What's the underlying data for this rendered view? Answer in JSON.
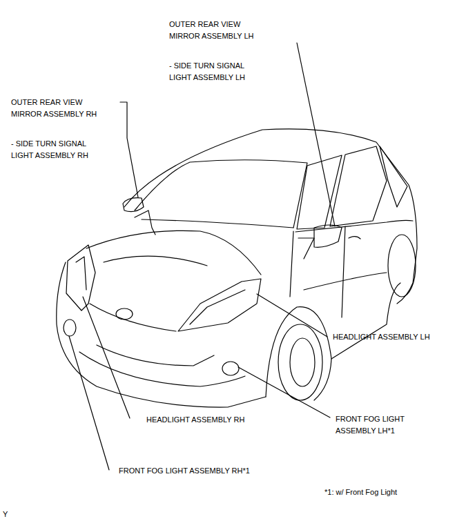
{
  "diagram": {
    "labels": [
      "OUTER REAR VIEW MIRROR ASSEMBLY LH",
      "- SIDE TURN SIGNAL LIGHT ASSEMBLY LH",
      "OUTER REAR VIEW MIRROR ASSEMBLY RH",
      "- SIDE TURN SIGNAL LIGHT ASSEMBLY RH",
      "HEADLIGHT ASSEMBLY LH",
      "HEADLIGHT ASSEMBLY RH",
      "FRONT FOG LIGHT ASSEMBLY LH*1",
      "FRONT FOG LIGHT ASSEMBLY RH*1",
      "*1: w/ Front Fog Light",
      "Y"
    ]
  }
}
